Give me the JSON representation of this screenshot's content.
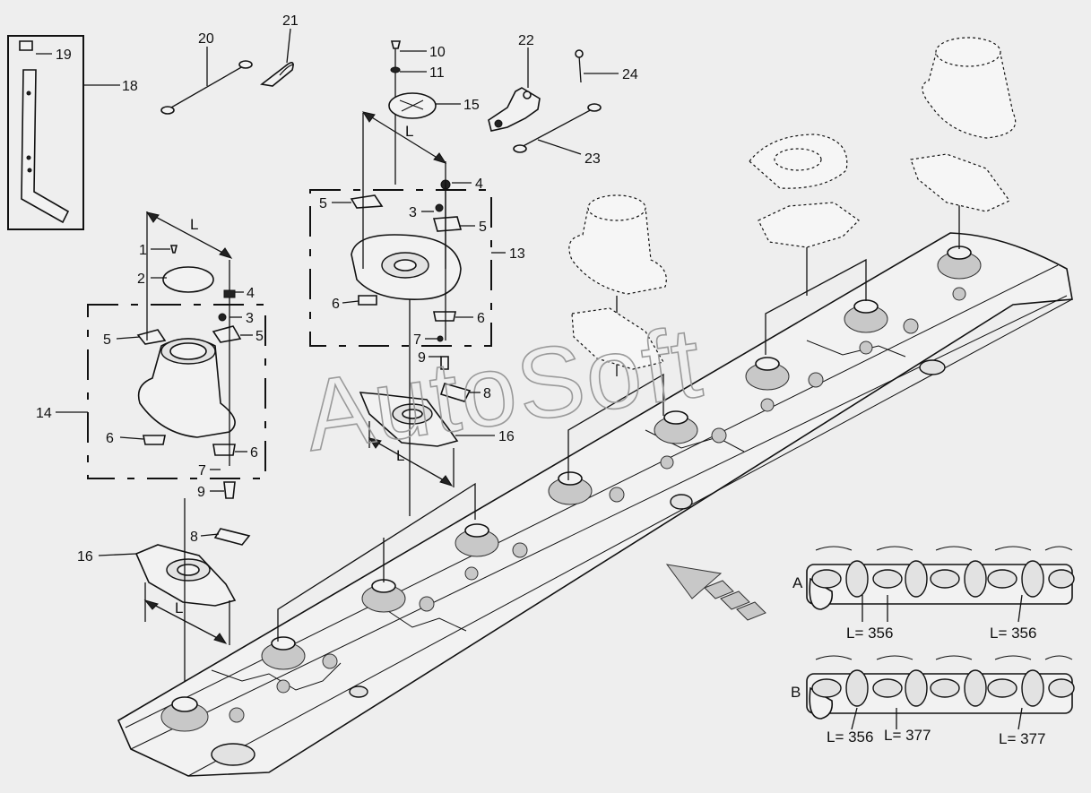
{
  "watermark": "AutoSoft",
  "callouts": {
    "c1": "1",
    "c2": "2",
    "c3": "3",
    "c3b": "3",
    "c4": "4",
    "c4b": "4",
    "c5a": "5",
    "c5b": "5",
    "c5c": "5",
    "c5d": "5",
    "c6a": "6",
    "c6b": "6",
    "c6c": "6",
    "c6d": "6",
    "c7a": "7",
    "c7b": "7",
    "c8a": "8",
    "c8b": "8",
    "c9a": "9",
    "c9b": "9",
    "c10": "10",
    "c11": "11",
    "c13": "13",
    "c14": "14",
    "c15": "15",
    "c16a": "16",
    "c16b": "16",
    "c18": "18",
    "c19": "19",
    "c20": "20",
    "c21": "21",
    "c22": "22",
    "c23": "23",
    "c24": "24"
  },
  "dimension_label": "L",
  "layout_a": {
    "letter": "A",
    "dims": [
      "L= 356",
      "L= 356"
    ]
  },
  "layout_b": {
    "letter": "B",
    "dims": [
      "L= 356",
      "L= 377",
      "L= 377"
    ]
  }
}
